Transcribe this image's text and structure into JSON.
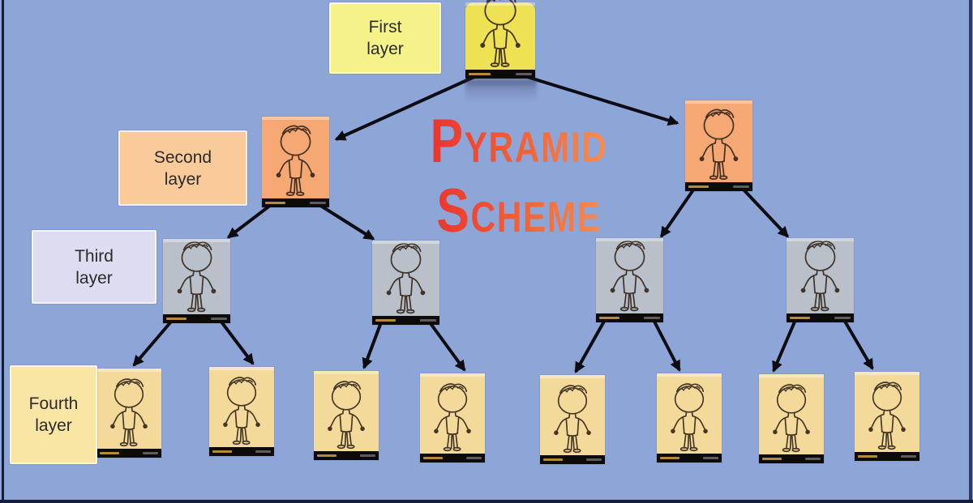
{
  "diagram": {
    "subject": "Pyramid Scheme tree diagram",
    "background_color": "#8ea5d8",
    "frame_color_dark": "#161d38",
    "frame_color_right": "#2c3b63",
    "arrow_color": "#0c0c12"
  },
  "title": {
    "line1": "Pyramid",
    "line2": "Scheme",
    "gradient_from": "#e8222a",
    "gradient_mid": "#f26739",
    "gradient_to": "#f9a05f"
  },
  "layers": [
    {
      "name": "first-layer",
      "label": "First layer",
      "label_lines": [
        "First",
        "layer"
      ],
      "note_color": "#f6f28a",
      "card_color": "#eee254",
      "person_count": 1
    },
    {
      "name": "second-layer",
      "label": "Second layer",
      "label_lines": [
        "Second",
        "layer"
      ],
      "note_color": "#f9cb9b",
      "card_color": "#f5a874",
      "person_count": 2
    },
    {
      "name": "third-layer",
      "label": "Third layer",
      "label_lines": [
        "Third",
        "layer"
      ],
      "note_color": "#dddcf0",
      "card_color": "#b9c0ca",
      "person_count": 4
    },
    {
      "name": "fourth-layer",
      "label": "Fourth layer",
      "label_lines": [
        "Fourth",
        "layer"
      ],
      "note_color": "#f9e6a4",
      "card_color": "#f3da9a",
      "person_count": 8
    }
  ]
}
